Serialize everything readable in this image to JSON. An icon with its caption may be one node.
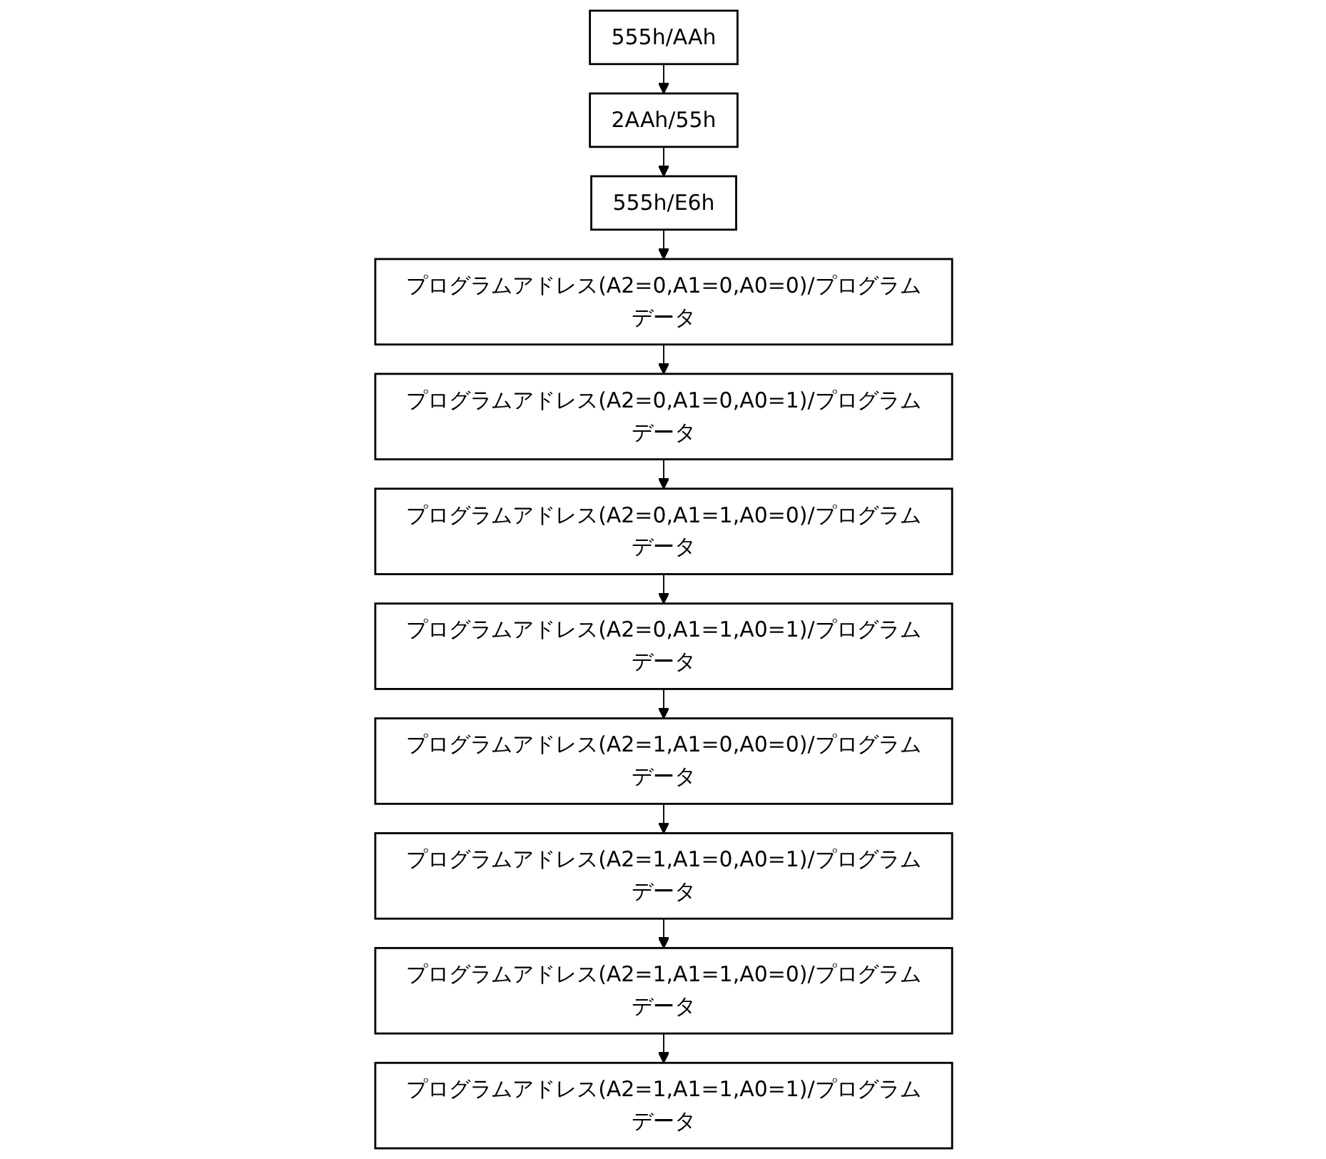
{
  "diagram": {
    "nodes": [
      {
        "text": [
          "555h/AAh"
        ]
      },
      {
        "text": [
          "2AAh/55h"
        ]
      },
      {
        "text": [
          "555h/E6h"
        ]
      },
      {
        "text": [
          "プログラムアドレス(A2=0,A1=0,A0=0)/プログラムデータ"
        ]
      },
      {
        "text": [
          "プログラムアドレス(A2=0,A1=0,A0=1)/プログラムデータ"
        ]
      },
      {
        "text": [
          "プログラムアドレス(A2=0,A1=1,A0=0)/プログラムデータ"
        ]
      },
      {
        "text": [
          "プログラムアドレス(A2=0,A1=1,A0=1)/プログラムデータ"
        ]
      },
      {
        "text": [
          "プログラムアドレス(A2=1,A1=0,A0=0)/プログラムデータ"
        ]
      },
      {
        "text": [
          "プログラムアドレス(A2=1,A1=0,A0=1)/プログラムデータ"
        ]
      },
      {
        "text": [
          "プログラムアドレス(A2=1,A1=1,A0=0)/プログラムデータ"
        ]
      },
      {
        "text": [
          "プログラムアドレス(A2=1,A1=1,A0=1)/プログラムデータ"
        ]
      }
    ],
    "edges": [
      {
        "from": 0,
        "to": 1,
        "arrow": "to"
      },
      {
        "from": 1,
        "to": 2,
        "arrow": "to"
      },
      {
        "from": 2,
        "to": 3,
        "arrow": "to"
      },
      {
        "from": 3,
        "to": 4,
        "arrow": "to"
      },
      {
        "from": 4,
        "to": 5,
        "arrow": "to"
      },
      {
        "from": 5,
        "to": 6,
        "arrow": "to"
      },
      {
        "from": 6,
        "to": 7,
        "arrow": "to"
      },
      {
        "from": 7,
        "to": 8,
        "arrow": "to"
      },
      {
        "from": 8,
        "to": 9,
        "arrow": "to"
      },
      {
        "from": 9,
        "to": 10,
        "arrow": "to"
      }
    ]
  }
}
